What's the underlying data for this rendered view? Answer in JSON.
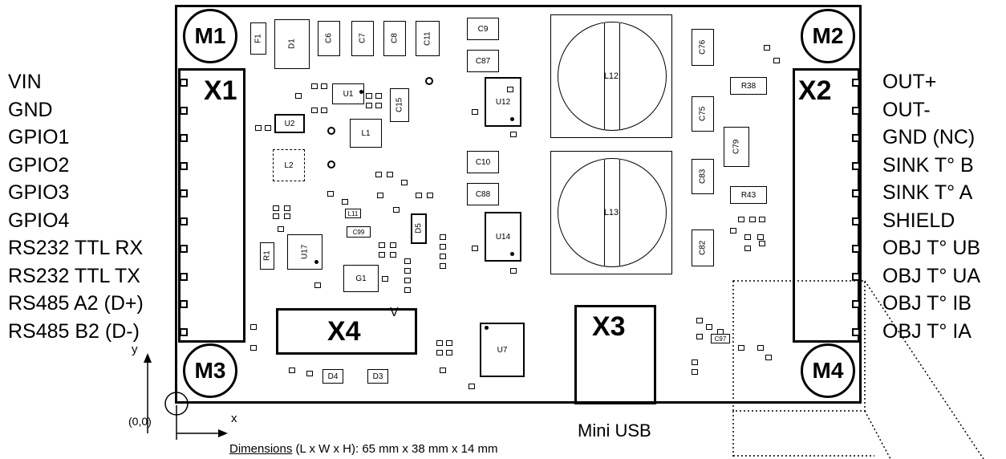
{
  "mount_holes": {
    "m1": "M1",
    "m2": "M2",
    "m3": "M3",
    "m4": "M4"
  },
  "headers": {
    "x1": "X1",
    "x2": "X2",
    "x3": "X3",
    "x4": "X4"
  },
  "x1_pins": [
    "VIN",
    "GND",
    "GPIO1",
    "GPIO2",
    "GPIO3",
    "GPIO4",
    "RS232 TTL RX",
    "RS232 TTL TX",
    "RS485 A2 (D+)",
    "RS485 B2 (D-)"
  ],
  "x2_pins": [
    "OUT+",
    "OUT-",
    "GND (NC)",
    "SINK T° B",
    "SINK T° A",
    "SHIELD",
    "OBJ T° UB",
    "OBJ T° UA",
    "OBJ T° IB",
    "OBJ T° IA"
  ],
  "components": {
    "f1": "F1",
    "d1": "D1",
    "c6": "C6",
    "c7": "C7",
    "c8": "C8",
    "c11": "C11",
    "c9": "C9",
    "c87": "C87",
    "u1": "U1",
    "u2": "U2",
    "l1": "L1",
    "l2": "L2",
    "c15": "C15",
    "u12": "U12",
    "l12": "L12",
    "l13": "L13",
    "c76": "C76",
    "r38": "R38",
    "c75": "C75",
    "c79": "C79",
    "c83": "C83",
    "r43": "R43",
    "c82": "C82",
    "c10": "C10",
    "c88": "C88",
    "u14": "U14",
    "d5": "D5",
    "u17": "U17",
    "r1": "R1",
    "g1": "G1",
    "u7": "U7",
    "d4": "D4",
    "d3": "D3",
    "c99": "C99",
    "l11": "L11",
    "c97": "C97",
    "v": "V"
  },
  "usb_label": "Mini USB",
  "axes": {
    "y": "y",
    "x": "x",
    "origin": "(0,0)"
  },
  "dimensions": {
    "underlined": "Dimensions",
    "rest": " (L x W x H): 65 mm x 38 mm x 14 mm"
  }
}
